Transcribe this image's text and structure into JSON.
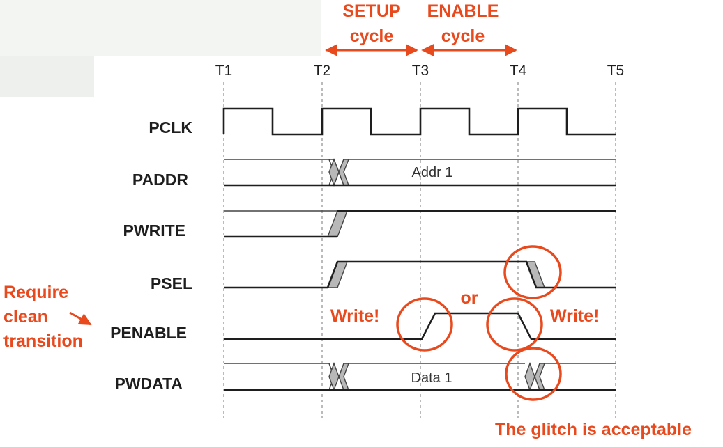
{
  "colors": {
    "accent": "#e8491d",
    "ink": "#1e1e1e",
    "slope_fill": "#b8b8b8"
  },
  "phases": {
    "setup_line1": "SETUP",
    "setup_line2": "cycle",
    "enable_line1": "ENABLE",
    "enable_line2": "cycle"
  },
  "ticks": [
    "T1",
    "T2",
    "T3",
    "T4",
    "T5"
  ],
  "signals": [
    "PCLK",
    "PADDR",
    "PWRITE",
    "PSEL",
    "PENABLE",
    "PWDATA"
  ],
  "bus_values": {
    "paddr": "Addr 1",
    "pwdata": "Data 1"
  },
  "annotations": {
    "require_1": "Require",
    "require_2": "clean",
    "require_3": "transition",
    "write_left": "Write!",
    "or": "or",
    "write_right": "Write!",
    "glitch": "The glitch is acceptable"
  }
}
